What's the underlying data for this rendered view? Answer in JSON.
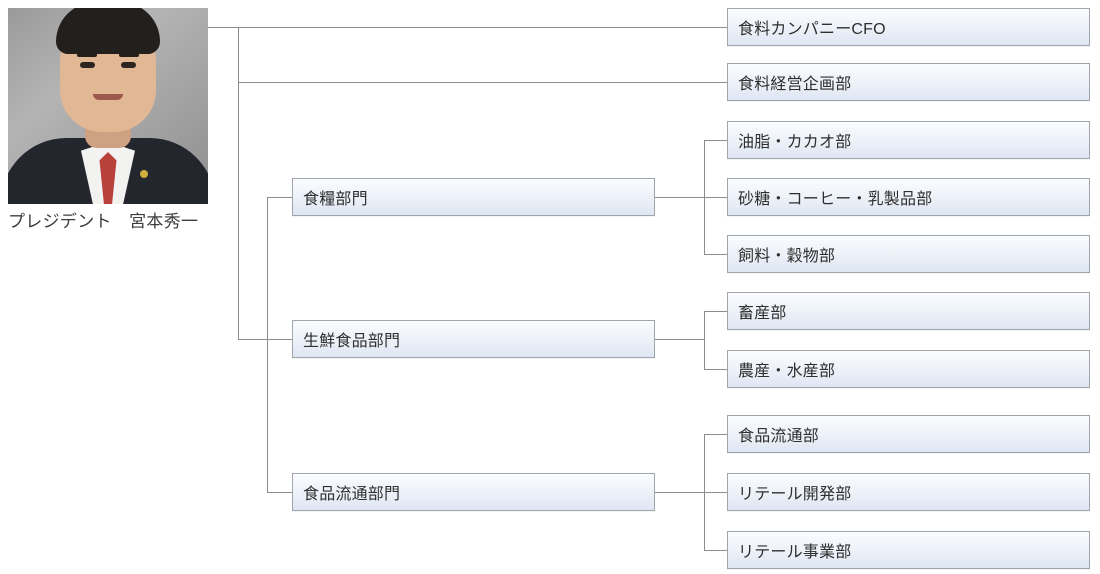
{
  "president": {
    "caption": "プレジデント　宮本秀一",
    "photo_alt": "president-portrait"
  },
  "colors": {
    "box_border": "#9fa5ab",
    "box_fill_top": "#fbfcfe",
    "box_fill_bottom": "#dfe6f3",
    "connector": "#8c8c8c",
    "text": "#2f2f2f"
  },
  "staff_units": [
    {
      "label": "食料カンパニーCFO"
    },
    {
      "label": "食料経営企画部"
    }
  ],
  "divisions": [
    {
      "label": "食糧部門",
      "departments": [
        {
          "label": "油脂・カカオ部"
        },
        {
          "label": "砂糖・コーヒー・乳製品部"
        },
        {
          "label": "飼料・穀物部"
        }
      ]
    },
    {
      "label": "生鮮食品部門",
      "departments": [
        {
          "label": "畜産部"
        },
        {
          "label": "農産・水産部"
        }
      ]
    },
    {
      "label": "食品流通部門",
      "departments": [
        {
          "label": "食品流通部"
        },
        {
          "label": "リテール開発部"
        },
        {
          "label": "リテール事業部"
        }
      ]
    }
  ]
}
